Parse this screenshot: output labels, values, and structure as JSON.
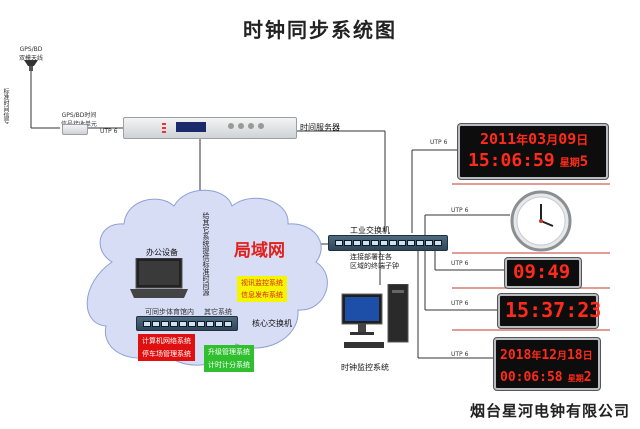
{
  "title": "时钟同步系统图",
  "antenna": {
    "label_line1": "GPS/BD",
    "label_line2": "双模天线"
  },
  "signal_label": "标准时间信号",
  "receiver": {
    "label_line1": "GPS/BD时间",
    "label_line2": "信号接收单元",
    "link": "UTP 6"
  },
  "time_server": {
    "label": "时间服务器"
  },
  "cloud": {
    "title": "局域网",
    "office_label": "办公设备",
    "vertical_note": "给其它系统提供标准时间源"
  },
  "core_switch": {
    "label": "核心交换机",
    "left_label": "可同步体育馆内",
    "right_label": "其它系统"
  },
  "systems": {
    "yellow": [
      "视讯监控系统",
      "信息发布系统"
    ],
    "red": [
      "计算机网络系统",
      "停车场管理系统"
    ],
    "green": [
      "升级管理系统",
      "计时计分系统"
    ]
  },
  "industrial_switch": {
    "label": "工业交换机",
    "note_line1": "连接部署在各",
    "note_line2": "区域的终端子钟"
  },
  "monitor": {
    "label": "时钟监控系统"
  },
  "links": [
    "UTP 6",
    "UTP 6",
    "UTP 6",
    "UTP 6",
    "UTP 6"
  ],
  "clock1": {
    "year": "2011",
    "year_unit": "年",
    "month": "03",
    "month_unit": "月",
    "day": "09",
    "day_unit": "日",
    "time": "15:06:59",
    "weekday_label": "星期",
    "weekday": "5"
  },
  "clock3": {
    "time": "09:49"
  },
  "clock4": {
    "time": "15:37:23"
  },
  "clock5": {
    "year": "2018",
    "year_unit": "年",
    "month": "12",
    "month_unit": "月",
    "day": "18",
    "day_unit": "日",
    "time": "00:06:58",
    "weekday_label": "星期",
    "weekday": "2"
  },
  "company": "烟台星河电钟有限公司",
  "colors": {
    "clock_digit": "#ff2a1a",
    "red_box": "#e01010",
    "green_box": "#2fbf2f",
    "yellow_box": "#f5f500",
    "cloud_fill": "#d8ddf6",
    "separator": "#c0392b"
  }
}
